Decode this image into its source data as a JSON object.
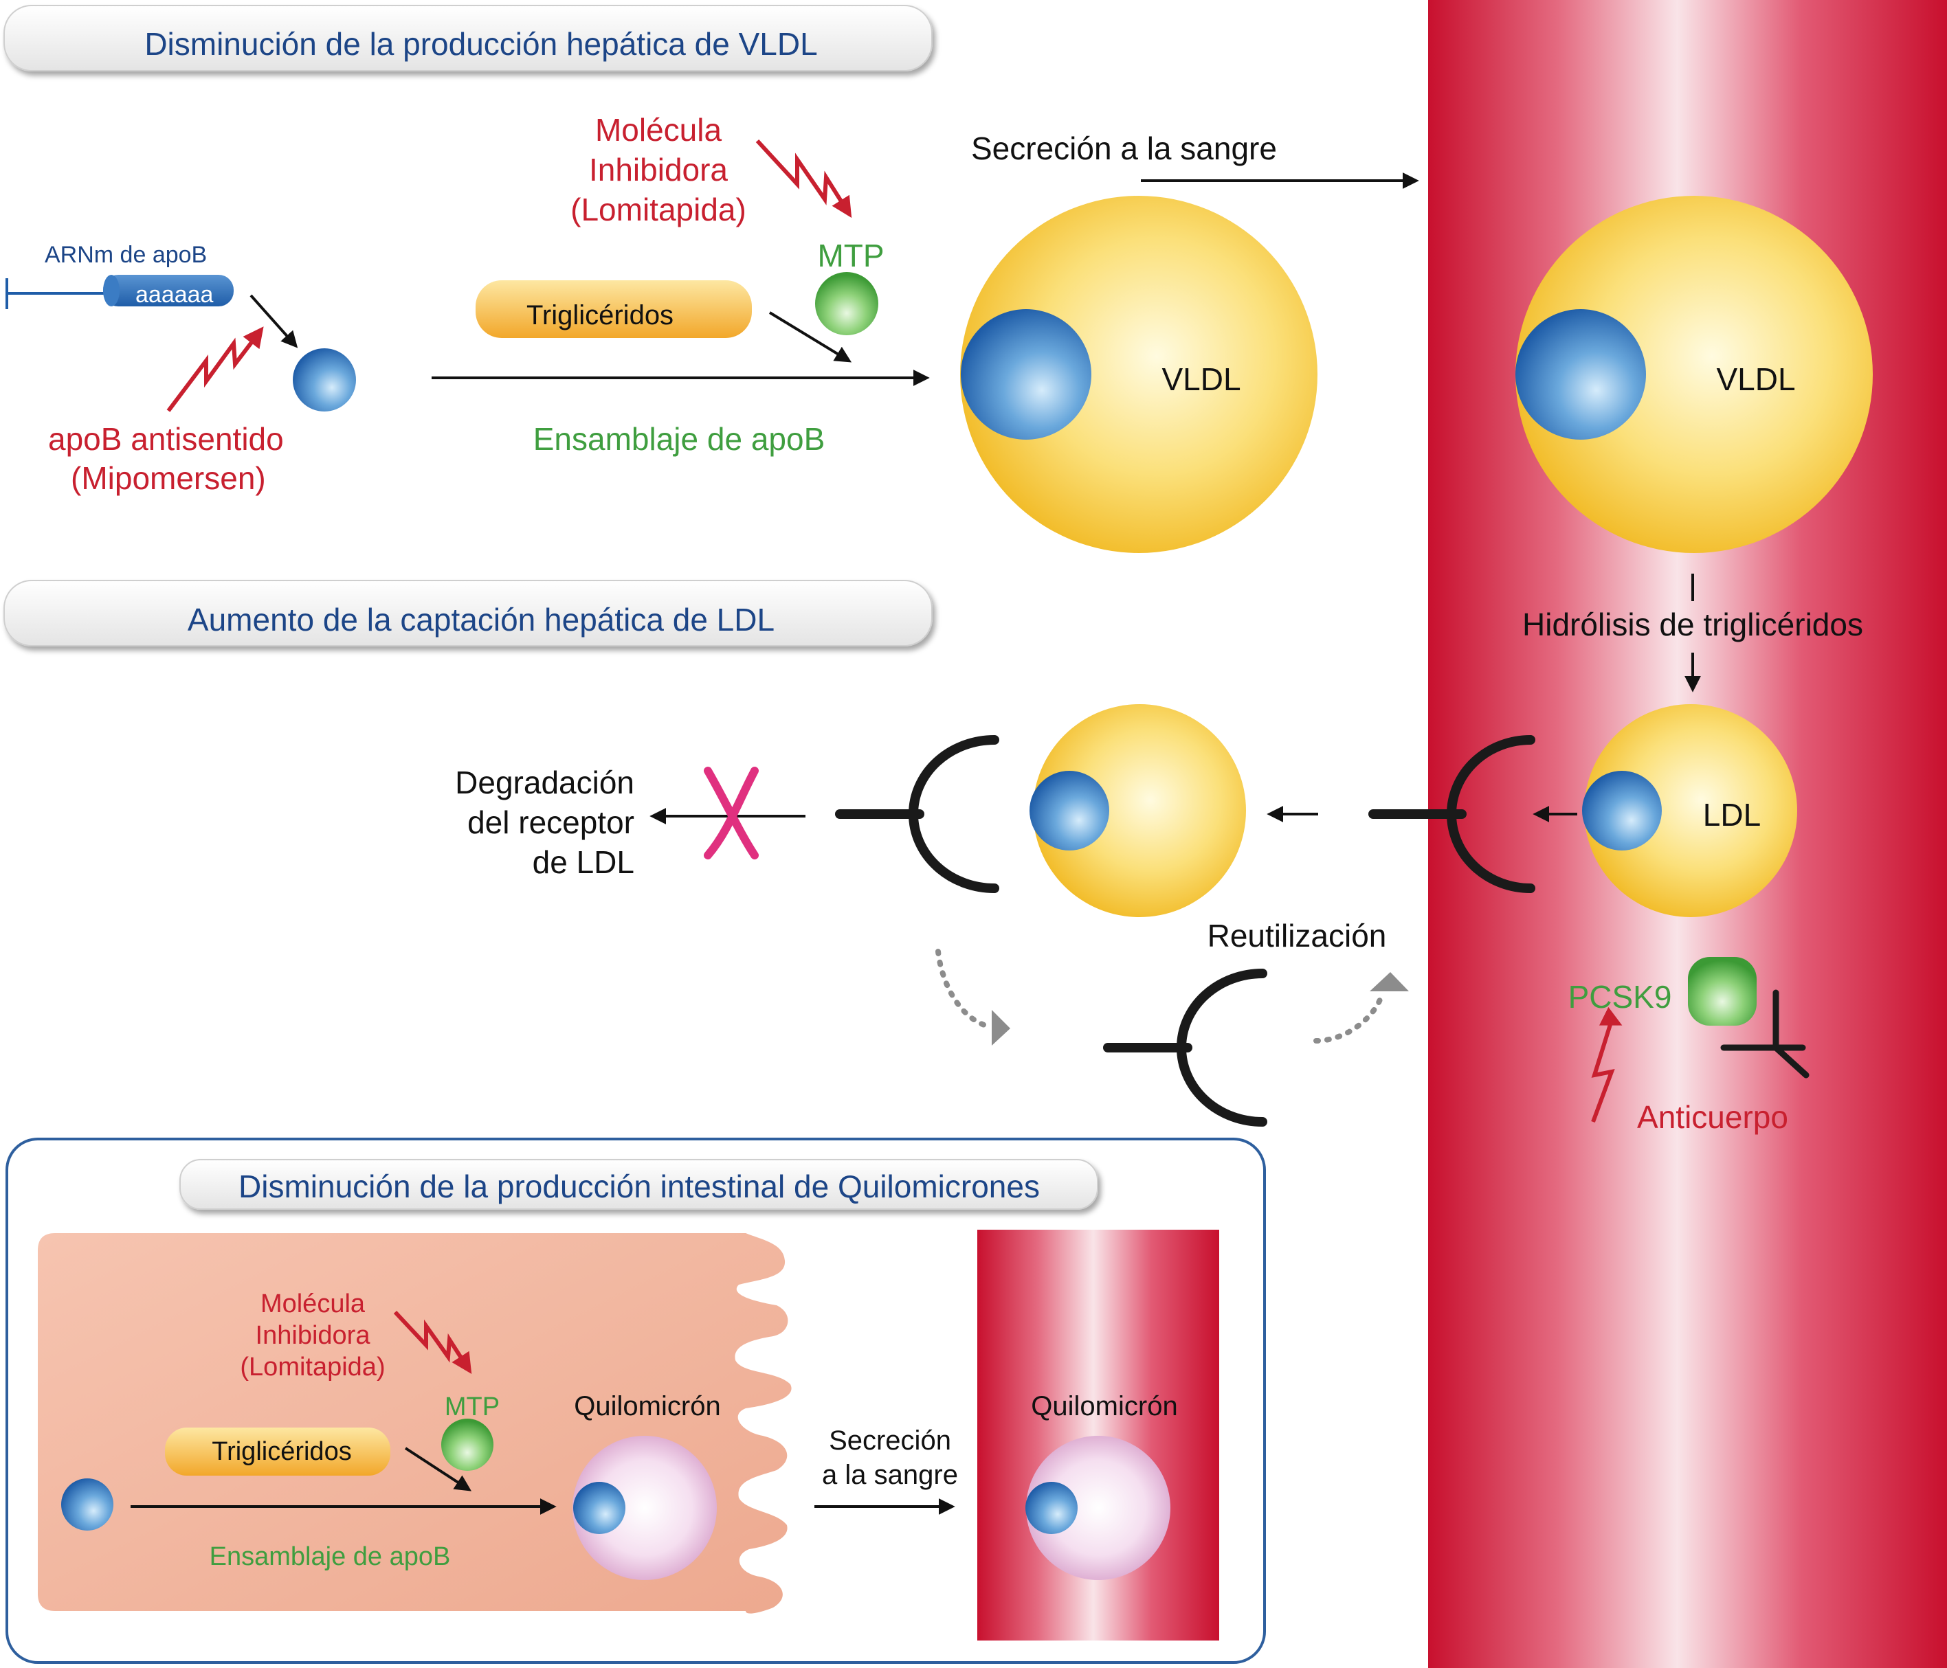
{
  "colors": {
    "title_text": "#1c4587",
    "inhibitor_red": "#c8202f",
    "process_green": "#3f9e3f",
    "blood_red": "#d2163a",
    "lipid_yellow": "#f5c437",
    "apob_blue": "#2f6fb5",
    "chylo_pink": "#e7b8dc",
    "mtp_green": "#5fbf4f",
    "receptor_black": "#1a1a1a",
    "cross_magenta": "#e0307f",
    "cell_peach": "#f2b9a4"
  },
  "icons": {
    "inhibition": "zigzag-arrow-icon",
    "receptor": "ldl-receptor-icon",
    "antibody": "y-shaped-antibody-icon",
    "degradation_block": "x-cross-icon"
  },
  "sections": {
    "vldl": {
      "title": "Disminución de la producción hepática de VLDL",
      "mrna_label": "ARNm de apoB",
      "poly_a": "aaaaaa",
      "antisense_label_1": "apoB antisentido",
      "antisense_label_2": "(Mipomersen)",
      "inhibitor_1": "Molécula",
      "inhibitor_2": "Inhibidora",
      "inhibitor_3": "(Lomitapida)",
      "mtp": "MTP",
      "triglycerides": "Triglicéridos",
      "assembly": "Ensamblaje de apoB",
      "secretion": "Secreción a la sangre",
      "vldl_liver": "VLDL",
      "vldl_blood": "VLDL"
    },
    "ldl": {
      "title": "Aumento de la captación hepática de LDL",
      "hydrolysis": "Hidrólisis de triglicéridos",
      "ldl": "LDL",
      "degradation_1": "Degradación",
      "degradation_2": "del receptor",
      "degradation_3": "de LDL",
      "recycling": "Reutilización",
      "pcsk9": "PCSK9",
      "antibody": "Anticuerpo"
    },
    "chylo": {
      "title": "Disminución de la producción intestinal de Quilomicrones",
      "inhibitor_1": "Molécula",
      "inhibitor_2": "Inhibidora",
      "inhibitor_3": "(Lomitapida)",
      "mtp": "MTP",
      "triglycerides": "Triglicéridos",
      "assembly": "Ensamblaje de apoB",
      "chylo_cell": "Quilomicrón",
      "secretion_1": "Secreción",
      "secretion_2": "a la sangre",
      "chylo_blood": "Quilomicrón"
    }
  }
}
